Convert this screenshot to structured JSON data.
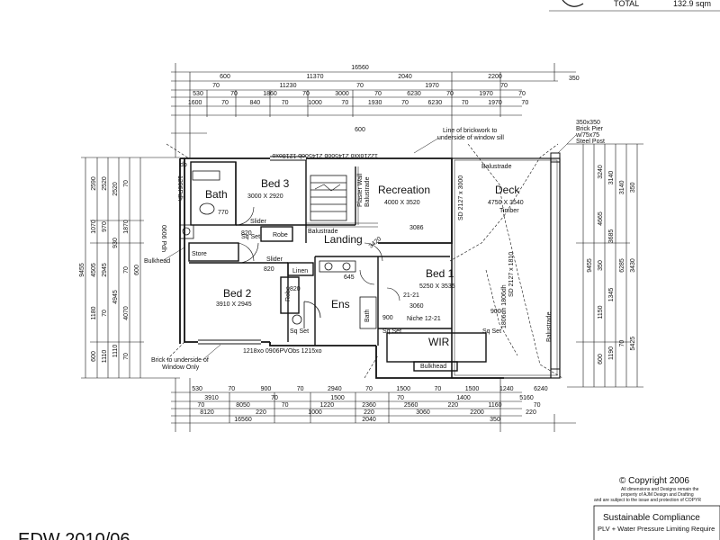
{
  "header": {
    "total_label": "TOTAL",
    "total_value": "132.9 sqm"
  },
  "rooms": {
    "bed3": {
      "name": "Bed 3",
      "size": "3000 X 2920"
    },
    "bath": {
      "name": "Bath"
    },
    "recreation": {
      "name": "Recreation",
      "size": "4000 X 3520"
    },
    "deck": {
      "name": "Deck",
      "size": "4750 X 3540",
      "material": "Timber"
    },
    "landing": {
      "name": "Landing"
    },
    "bed2": {
      "name": "Bed 2",
      "size": "3910 X 2945"
    },
    "bed1": {
      "name": "Bed 1",
      "size": "5250 X 3535"
    },
    "ens": {
      "name": "Ens"
    },
    "wir": {
      "name": "WIR"
    },
    "store": {
      "name": "Store"
    },
    "linen": {
      "name": "Linen"
    },
    "robe1": {
      "name": "Robe"
    },
    "robe2": {
      "name": "Robe"
    },
    "slider1": {
      "name": "Slider"
    },
    "slider2": {
      "name": "Slider"
    },
    "bath_small": {
      "name": "Bath"
    }
  },
  "labels": {
    "balustrade_top": "Balustrade",
    "balustrade_mid": "Balustrade",
    "balustrade_right": "Balustrade",
    "plaster_wall": "Plaster Wall",
    "balustrade_vert": "Balustrade",
    "bulkhead_left": "Bulkhead",
    "bulkhead_bottom": "Bulkhead",
    "niche": "Niche 12-21",
    "sq_set1": "Sq Set",
    "sq_set2": "Sq Set",
    "sq_set3": "Sq Set",
    "sq_set4": "Sq Set",
    "sd_deck": "SD 2127 x 3000",
    "sd_bed1": "SD 2127 x 1810",
    "w_1806": "1806dh 1806dh",
    "brick_pier": [
      "350x350",
      "Brick Pier",
      "w/75x75",
      "Steel Post"
    ],
    "line_brick": [
      "Line of brickwork to",
      "underside of window sill"
    ],
    "brick_window": [
      "Brick to underside of",
      "Window Only"
    ],
    "window_top": "1221oxxo   2145oob 2145oob   1218oxo",
    "window_bottom": "1218xo        0906PVObs        1215xo",
    "window_left": "1206Pdh",
    "window_left2": "0606 Pdh",
    "dim_3086": "3086",
    "dim_3060": "3060",
    "dim_820a": "820",
    "dim_820b": "820",
    "dim_820c": "820",
    "dim_900a": "900",
    "dim_900b": "900",
    "dim_3420": "3420",
    "dim_2121": "21-21",
    "dim_770": "770",
    "dim_645": "645",
    "dim_dp": "dp"
  },
  "dims_top": [
    [
      "16560"
    ],
    [
      "600",
      "11370",
      "2040",
      "2200"
    ],
    [
      "70",
      "11230",
      "70",
      "1970",
      "70"
    ],
    [
      "530",
      "70",
      "1860",
      "70",
      "3000",
      "70",
      "6230",
      "70",
      "1970",
      "70"
    ],
    [
      "1600",
      "70",
      "840",
      "70",
      "1000",
      "70",
      "1930",
      "70",
      "6230",
      "70",
      "1970",
      "70"
    ],
    [
      "600"
    ]
  ],
  "dims_top_right": "350",
  "dims_bottom": [
    [
      "530",
      "70",
      "900",
      "70",
      "2940",
      "70",
      "1500",
      "70",
      "1500",
      "1240",
      "6240"
    ],
    [
      "3910",
      "70",
      "1500",
      "70",
      "1400",
      "5160"
    ],
    [
      "70",
      "8050",
      "70",
      "1220",
      "2360",
      "2560",
      "220",
      "1160",
      "70"
    ],
    [
      "8120",
      "220",
      "1000",
      "220",
      "3060",
      "2200",
      "220"
    ],
    [
      "16560",
      "2040",
      "350"
    ]
  ],
  "dims_left": [
    [
      "9455"
    ],
    [
      "2590",
      "1070",
      "4505",
      "1180",
      "600"
    ],
    [
      "2520",
      "970",
      "2945",
      "70",
      "1110"
    ],
    [
      "2520",
      "930",
      "4945",
      "1110"
    ],
    [
      "70",
      "1870",
      "70",
      "4070",
      "70"
    ],
    [
      "600"
    ]
  ],
  "dims_right": [
    [
      "9455"
    ],
    [
      "3240",
      "4665",
      "350",
      "1150",
      "600"
    ],
    [
      "3140",
      "3685",
      "1345",
      "1190"
    ],
    [
      "3140",
      "6285",
      "70"
    ],
    [
      "350",
      "3430",
      "5425"
    ]
  ],
  "footer": {
    "copyright": "© Copyright 2006",
    "rights": [
      "All dimensions and Designs remain the",
      "property of AJM Design and Drafting",
      "and are subject to the issue and protection of COPYR"
    ],
    "sustain_title": "Sustainable Compliance",
    "sustain_sub": "PLV + Water Pressure Limiting Require",
    "drawing_no": "EDW 2010/06"
  }
}
